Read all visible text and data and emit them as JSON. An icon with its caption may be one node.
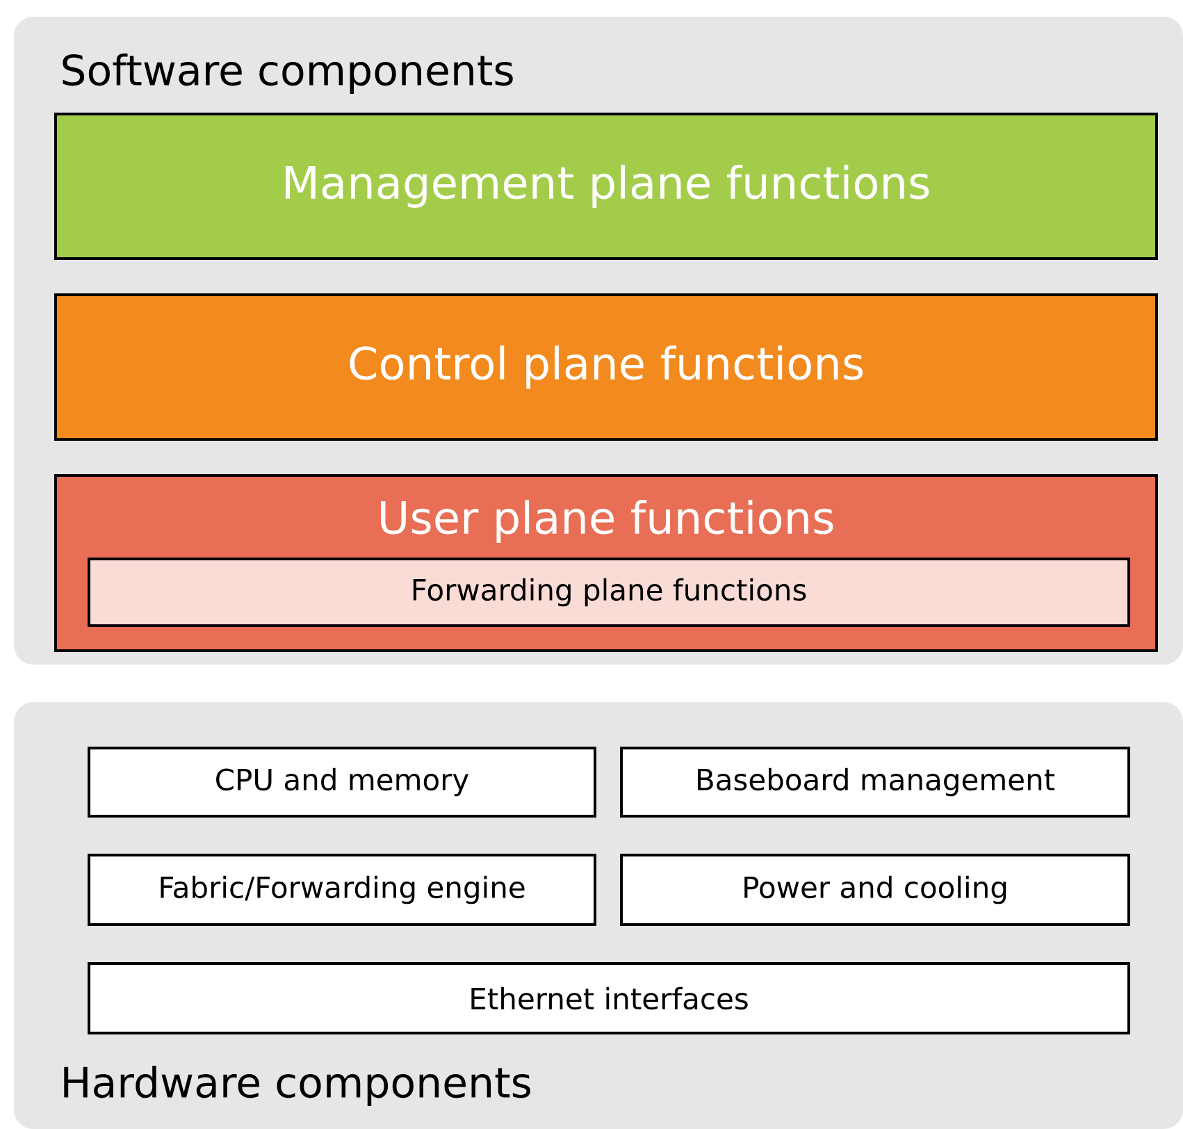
{
  "diagram": {
    "nodes": [
      {
        "text": [
          "Software components"
        ]
      },
      {
        "text": [
          "Management plane functions"
        ],
        "in": 0
      },
      {
        "text": [
          "Control plane functions"
        ],
        "in": 0
      },
      {
        "text": [
          "User plane functions"
        ],
        "in": 0
      },
      {
        "text": [
          "Forwarding plane functions"
        ],
        "in": 3
      },
      {
        "text": [
          "Hardware components"
        ]
      },
      {
        "text": [
          "CPU and memory"
        ],
        "in": 5
      },
      {
        "text": [
          "Baseboard management"
        ],
        "in": 5
      },
      {
        "text": [
          "Fabric/Forwarding engine"
        ],
        "in": 5
      },
      {
        "text": [
          "Power and cooling"
        ],
        "in": 5
      },
      {
        "text": [
          "Ethernet interfaces"
        ],
        "in": 5
      }
    ]
  }
}
